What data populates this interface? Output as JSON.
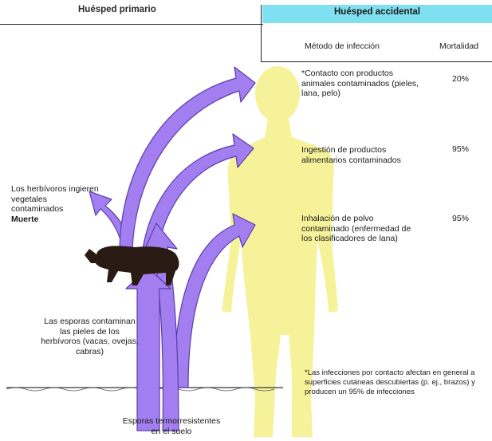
{
  "header": {
    "primary_host": "Huésped primario",
    "accidental_host": "Huésped accidental",
    "method_col": "Método de infección",
    "mortality_col": "Mortalidad"
  },
  "rows": [
    {
      "method": "*Contacto con productos animales contaminados (pieles, lana, pelo)",
      "mortality": "20%"
    },
    {
      "method": "Ingestión de productos alimentarios contaminados",
      "mortality": "95%"
    },
    {
      "method": "Inhalación de polvo contaminado (enfermedad de los clasificadores de lana)",
      "mortality": "95%"
    }
  ],
  "labels": {
    "herbivores": "Los herbívoros ingieren vegetales contaminados",
    "death": "Muerte",
    "spores_skin": "Las esporas contaminan las pieles de los herbívoros (vacas, ovejas, cabras)",
    "spores_soil": "Esporas termorresistentes en el suelo"
  },
  "footnote": "*Las infecciones por contacto afectan en general a superficies cutáneas descubiertas (p. ej., brazos) y producen un 95% de infecciones",
  "colors": {
    "arrow": "#a37ef0",
    "arrow_stroke": "#5a3fa8",
    "human": "#f6f29a",
    "header_band": "#7ee0f0",
    "cow": "#2a1a14"
  }
}
